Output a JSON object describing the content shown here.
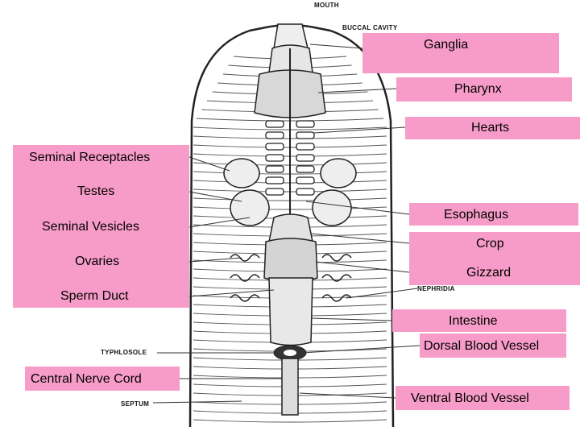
{
  "colors": {
    "label_fill": "#f79cc8",
    "ink": "#222222"
  },
  "printed_labels": {
    "mouth": "MOUTH",
    "buccal_cavity": "BUCCAL CAVITY",
    "nephridia": "NEPHRIDIA",
    "typhlosole": "TYPHLOSOLE",
    "septum": "SEPTUM"
  },
  "answer_labels": {
    "ganglia": "Ganglia",
    "pharynx": "Pharynx",
    "hearts": "Hearts",
    "seminal_receptacles": "Seminal Receptacles",
    "testes": "Testes",
    "seminal_vesicles": "Seminal Vesicles",
    "ovaries": "Ovaries",
    "sperm_duct": "Sperm Duct",
    "esophagus": "Esophagus",
    "crop": "Crop",
    "gizzard": "Gizzard",
    "intestine": "Intestine",
    "dorsal_blood_vessel": "Dorsal Blood Vessel",
    "central_nerve_cord": "Central Nerve Cord",
    "ventral_blood_vessel": "Ventral Blood Vessel"
  }
}
